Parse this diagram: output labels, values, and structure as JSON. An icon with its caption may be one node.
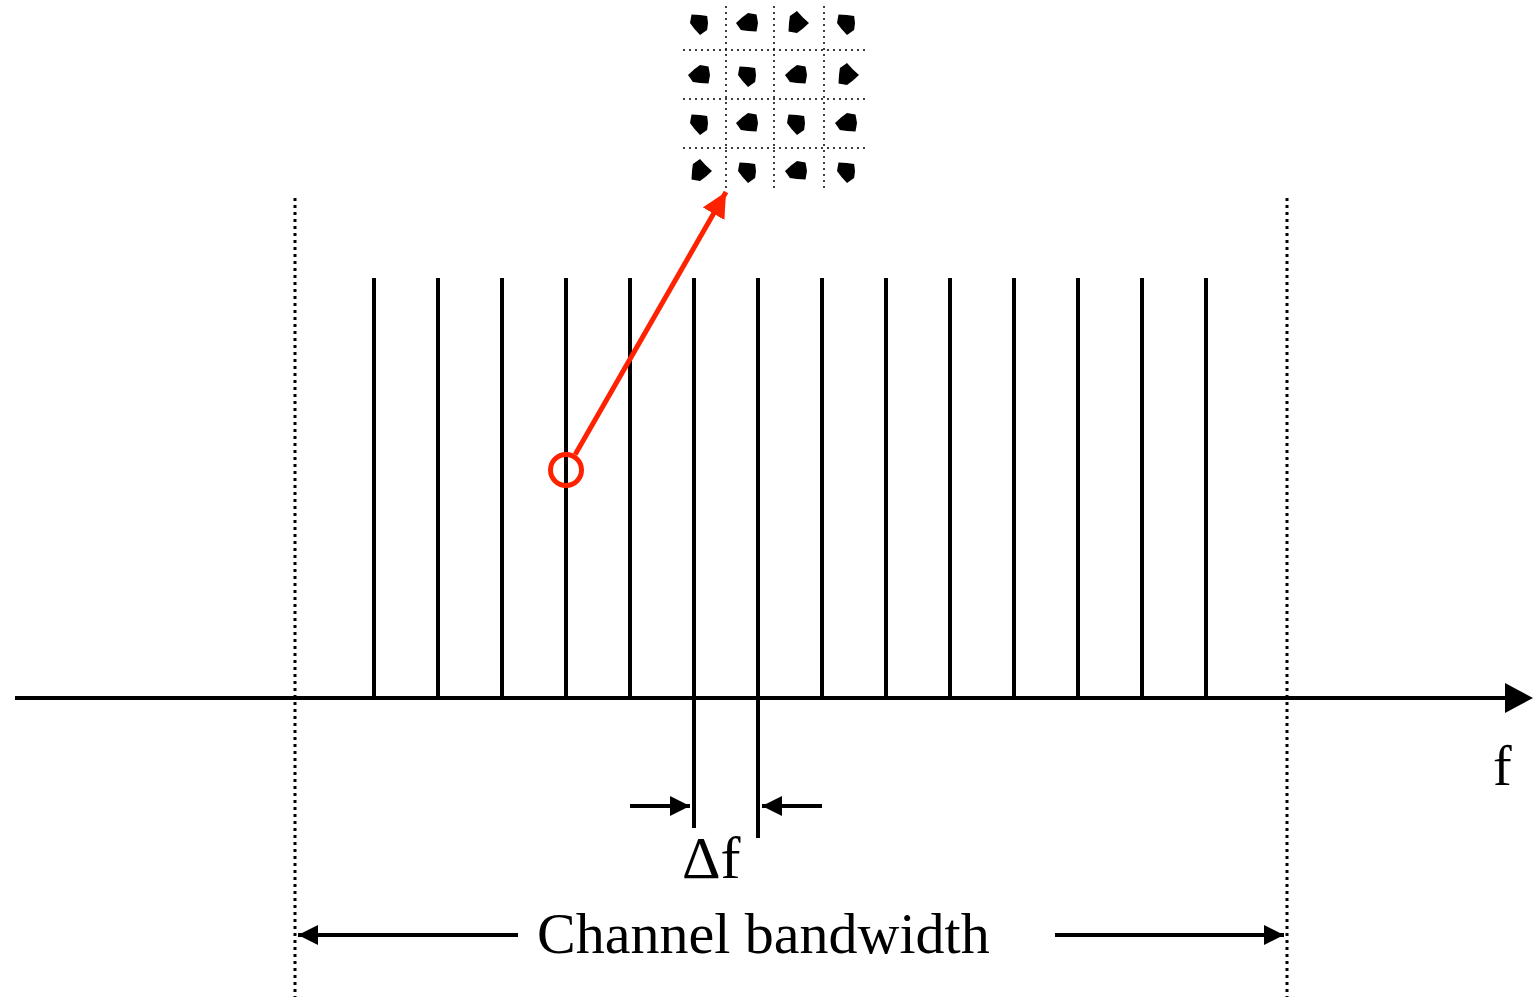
{
  "diagram": {
    "nodes": [
      {
        "text": [],
        "shape": "circle"
      },
      {
        "text": [],
        "shape": "picture"
      }
    ],
    "edges": [
      {
        "from": 0,
        "to": 1,
        "arrow": "to",
        "color": "#ff2200"
      }
    ],
    "labels": [
      "f",
      "Δf",
      "Channel bandwidth"
    ]
  }
}
